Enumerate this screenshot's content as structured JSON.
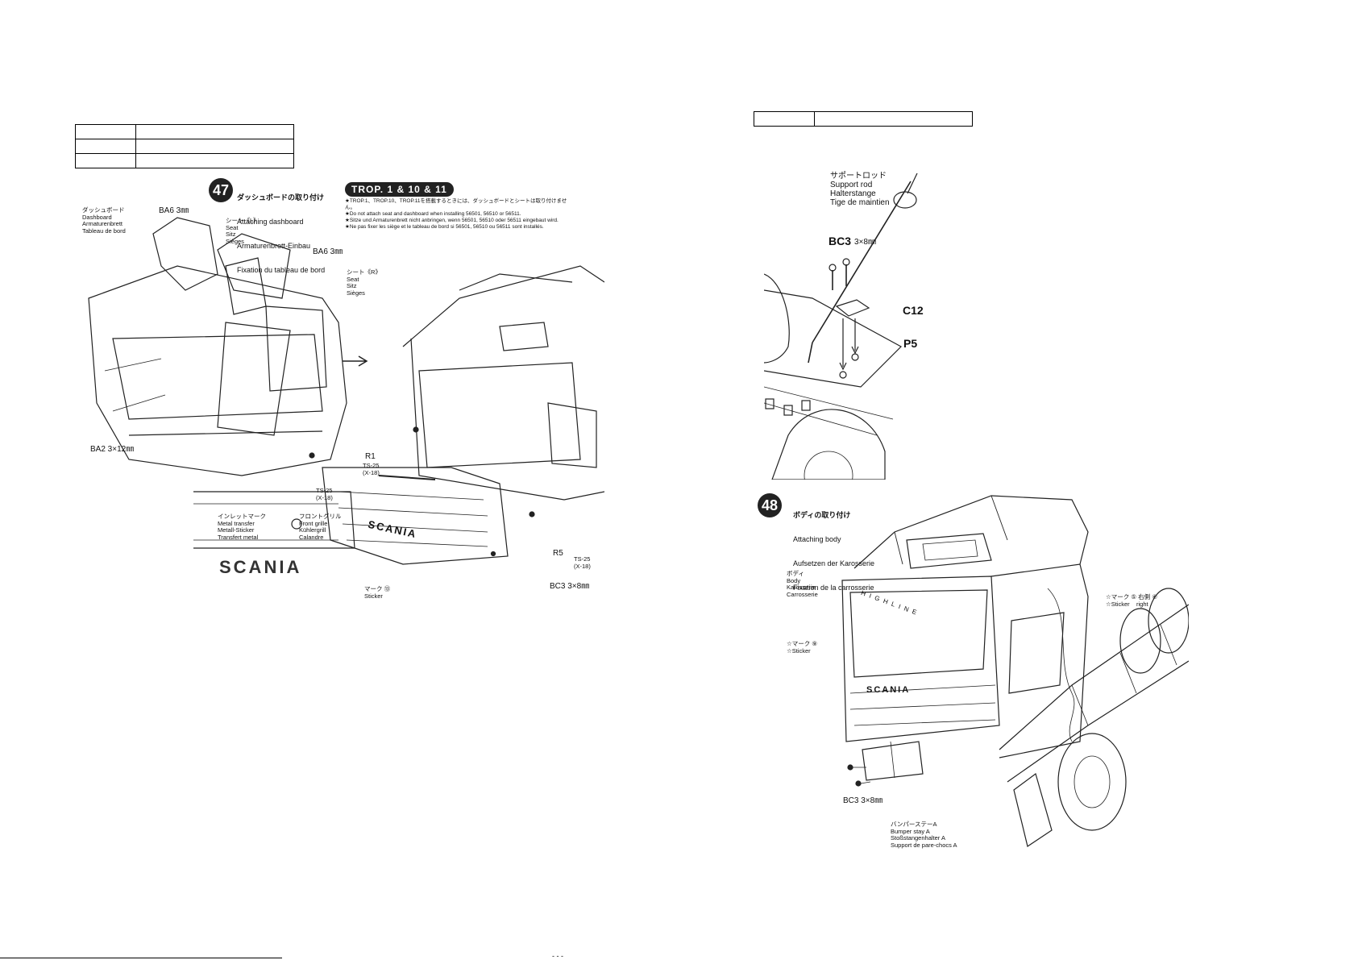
{
  "left_table": {
    "rows": 3
  },
  "right_table": {
    "rows": 1
  },
  "step47": {
    "number": "47",
    "title_ja": "ダッシュボードの取り付け",
    "title_en": "Attaching dashboard",
    "title_de": "Armaturenbrett-Einbau",
    "title_fr": "Fixation du tableau de bord",
    "trop_badge": "TROP. 1 & 10 & 11",
    "notes": [
      "★TROP.1、TROP.10、TROP.11を搭載するときには、ダッシュボードとシートは取り付けません。",
      "★Do not attach seat and dashboard when installing 56501, 56510 or 56511.",
      "★Sitze und Armaturenbrett nicht anbringen, wenn 56501, 56510 oder 56511 eingebaut wird.",
      "★Ne pas fixer les siège et le tableau de bord si 56501, 56510 ou 56511 sont installés."
    ],
    "labels": {
      "dashboard": "ダッシュボード\nDashboard\nArmaturenbrett\nTableau de bord",
      "ba6_top": "BA6 3㎜",
      "seat_l": "シート《L》\nSeat\nSitz\nSièges",
      "ba6_mid": "BA6 3㎜",
      "seat_r": "シート《R》\nSeat\nSitz\nSièges",
      "ba2": "BA2 3×12㎜",
      "r1": "R1",
      "ts25_a": "TS-25\n(X-18)",
      "ts25_b": "TS-25\n(X-18)",
      "metal_transfer": "インレットマーク\nMetal transfer\nMetall-Sticker\nTransfert metal",
      "front_grille": "フロントグリル\nFront grille\nKühlergrill\nCalandre",
      "r5": "R5",
      "ts25_c": "TS-25\n(X-18)",
      "sticker13": "マーク ⑬\nSticker",
      "bc3_47": "BC3 3×8㎜",
      "scania": "SCANIA"
    }
  },
  "support_rod": {
    "title": "サポートロッド\nSupport rod\nHalterstange\nTige de maintien",
    "bc3": "BC3",
    "bc3_size": "3×8㎜",
    "c12": "C12",
    "p5": "P5"
  },
  "step48": {
    "number": "48",
    "title_ja": "ボディの取り付け",
    "title_en": "Attaching body",
    "title_de": "Aufsetzen der Karosserie",
    "title_fr": "Fixation de la carrosserie",
    "labels": {
      "body": "ボディ\nBody\nKarosserie\nCarrosserie",
      "sticker9": "☆マーク ⑨\n☆Sticker",
      "sticker_right": "☆マーク ⑤ 右側 ④\n☆Sticker    right",
      "bc3": "BC3 3×8㎜",
      "bumper_stay": "バンパーステーA\nBumper stay A\nStoßstangenhalter A\nSupport de pare-chocs A",
      "highline": "HIGHLINE",
      "scania": "SCANIA"
    }
  },
  "footer": {
    "page_marks": "- - -"
  }
}
